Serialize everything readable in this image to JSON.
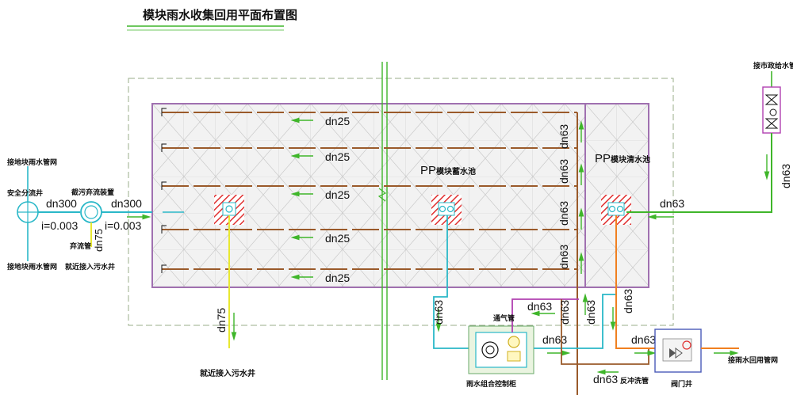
{
  "title": "模块雨水收集回用平面布置图",
  "labels": {
    "connect_rain_top": "接地块雨水管网",
    "connect_rain_bottom": "接地块雨水管网",
    "safety_well": "安全分流井",
    "dirt_device": "截污弃流装置",
    "discard_pipe": "弃流管",
    "near_sewer_left": "就近接入污水井",
    "near_sewer_bottom": "就近接入污水井",
    "storage_pool": "模块蓄水池",
    "clear_pool": "模块清水池",
    "pp1": "PP",
    "pp2": "PP",
    "vent_pipe": "通气管",
    "control_cabinet": "雨水组合控制柜",
    "backwash_pipe": "反冲洗管",
    "valve_well": "阀门井",
    "reuse_network": "接雨水回用管网",
    "municipal_supply": "接市政给水管网"
  },
  "pipes": {
    "dn300_left": "dn300",
    "dn300_right": "dn300",
    "i_left": "i=0.003",
    "i_right": "i=0.003",
    "dn75_short": "dn75",
    "dn75_long": "dn75",
    "dn25_1": "dn25",
    "dn25_2": "dn25",
    "dn25_3": "dn25",
    "dn25_4": "dn25",
    "dn25_5": "dn25",
    "dn63_v1": "dn63",
    "dn63_v2": "dn63",
    "dn63_v3": "dn63",
    "dn63_v4": "dn63",
    "dn63_right": "dn63",
    "dn63_municipal": "dn63",
    "dn63_bottom_left": "dn63",
    "dn63_vent": "dn63",
    "dn63_mid1": "dn63",
    "dn63_mid2": "dn63",
    "dn63_orange": "dn63",
    "dn63_connect": "dn63",
    "dn63_backwash": "dn63",
    "dn63_valve": "dn63"
  },
  "colors": {
    "green_pipe": "#3fb62a",
    "cyan_pipe": "#2ab8c8",
    "yellow_pipe": "#e8e830",
    "orange_pipe": "#f08020",
    "brown_pipe": "#9a5a2a",
    "purple_pipe": "#b040b0",
    "pool_border": "#a070b0",
    "hatch_red": "#e03030"
  }
}
